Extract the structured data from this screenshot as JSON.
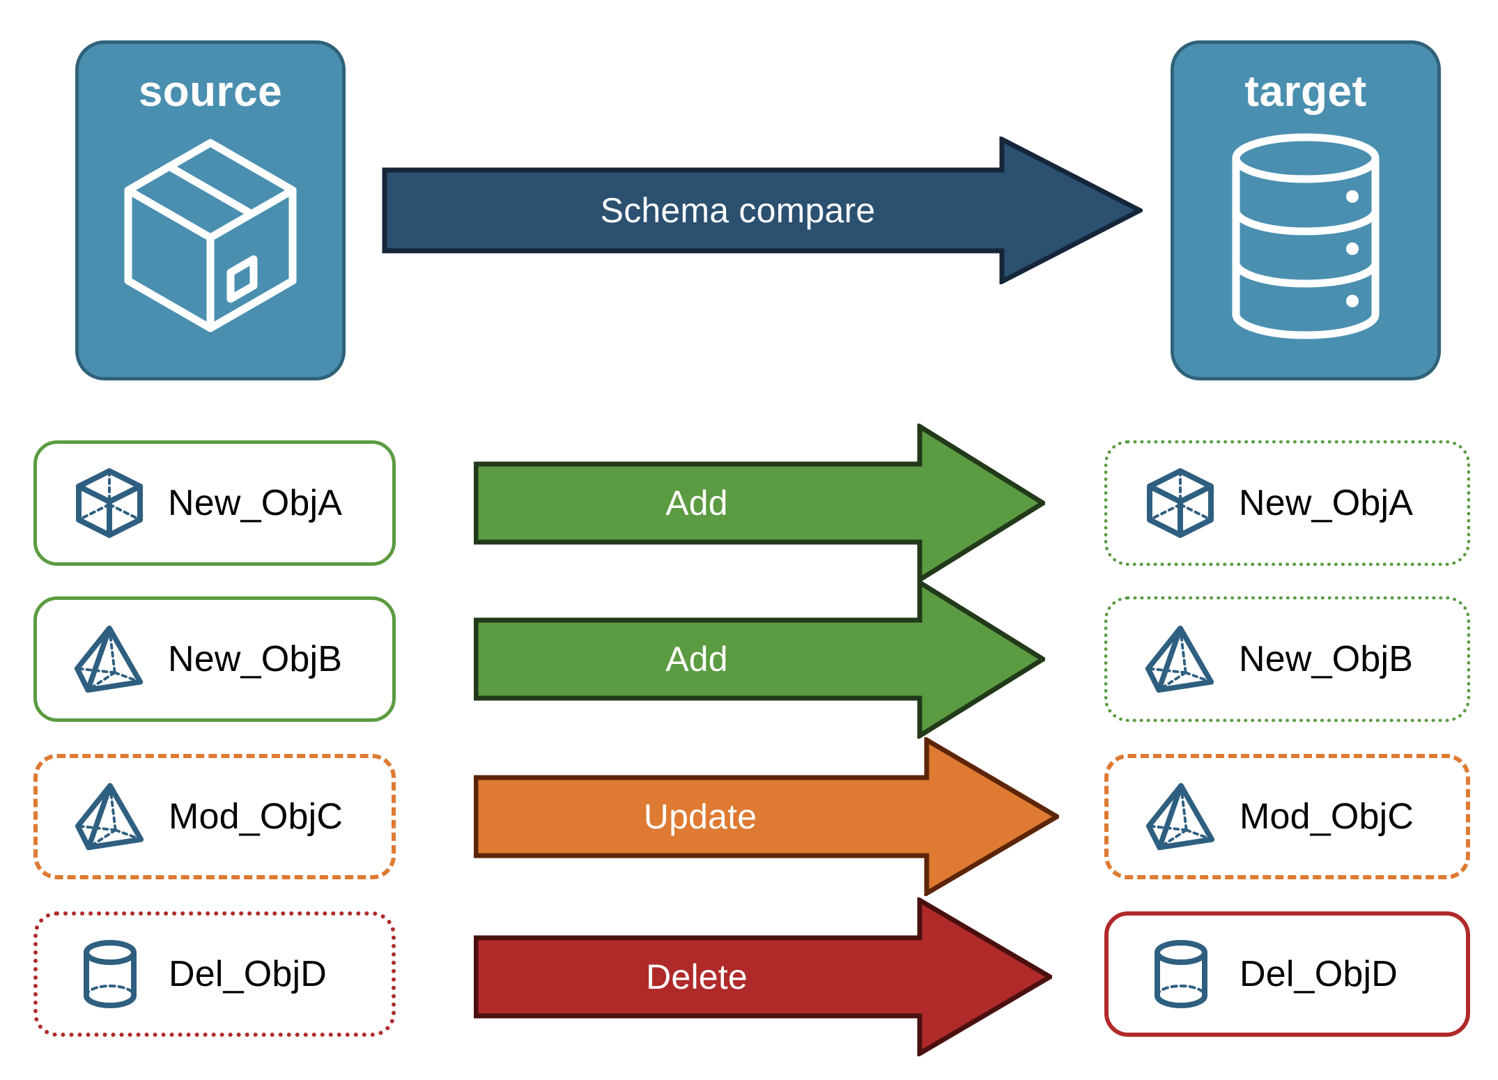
{
  "diagram": {
    "title": "Schema compare between source and target",
    "endpoints": [
      {
        "id": "source",
        "label": "source",
        "icon": "package-box-icon",
        "fill": "#4A8FB0",
        "stroke": "#2F6279"
      },
      {
        "id": "target",
        "label": "target",
        "icon": "database-cylinder-icon",
        "fill": "#4A8FB0",
        "stroke": "#2F6279"
      }
    ],
    "main_arrow": {
      "label": "Schema compare",
      "fill": "#2B5070",
      "stroke": "#15263A",
      "text_color": "#FFFFFF"
    },
    "rows": [
      {
        "action": "Add",
        "arrow_fill": "#5B9B41",
        "arrow_stroke": "#22391A",
        "source": {
          "label": "New_ObjA",
          "icon": "cube-wireframe-icon",
          "border_color": "#5B9B41",
          "border_style": "solid"
        },
        "target": {
          "label": "New_ObjA",
          "icon": "cube-wireframe-icon",
          "border_color": "#5B9B41",
          "border_style": "dotted"
        }
      },
      {
        "action": "Add",
        "arrow_fill": "#5B9B41",
        "arrow_stroke": "#22391A",
        "source": {
          "label": "New_ObjB",
          "icon": "pyramid-wireframe-icon",
          "border_color": "#5B9B41",
          "border_style": "solid"
        },
        "target": {
          "label": "New_ObjB",
          "icon": "pyramid-wireframe-icon",
          "border_color": "#5B9B41",
          "border_style": "dotted"
        }
      },
      {
        "action": "Update",
        "arrow_fill": "#DE7A32",
        "arrow_stroke": "#5C2509",
        "source": {
          "label": "Mod_ObjC",
          "icon": "pyramid-wireframe-icon",
          "border_color": "#DE7A32",
          "border_style": "dashed"
        },
        "target": {
          "label": "Mod_ObjC",
          "icon": "pyramid-wireframe-icon",
          "border_color": "#DE7A32",
          "border_style": "dashed"
        }
      },
      {
        "action": "Delete",
        "arrow_fill": "#B02A2A",
        "arrow_stroke": "#4A1010",
        "source": {
          "label": "Del_ObjD",
          "icon": "cylinder-wireframe-icon",
          "border_color": "#B02A2A",
          "border_style": "dotted"
        },
        "target": {
          "label": "Del_ObjD",
          "icon": "cylinder-wireframe-icon",
          "border_color": "#B02A2A",
          "border_style": "solid"
        }
      }
    ],
    "colors": {
      "icon_blue": "#2F5F80",
      "endpoint_teal": "#4A8FB0",
      "green": "#5B9B41",
      "orange": "#DE7A32",
      "red": "#B02A2A",
      "navy": "#2B5070",
      "background": "#FFFFFF"
    }
  }
}
